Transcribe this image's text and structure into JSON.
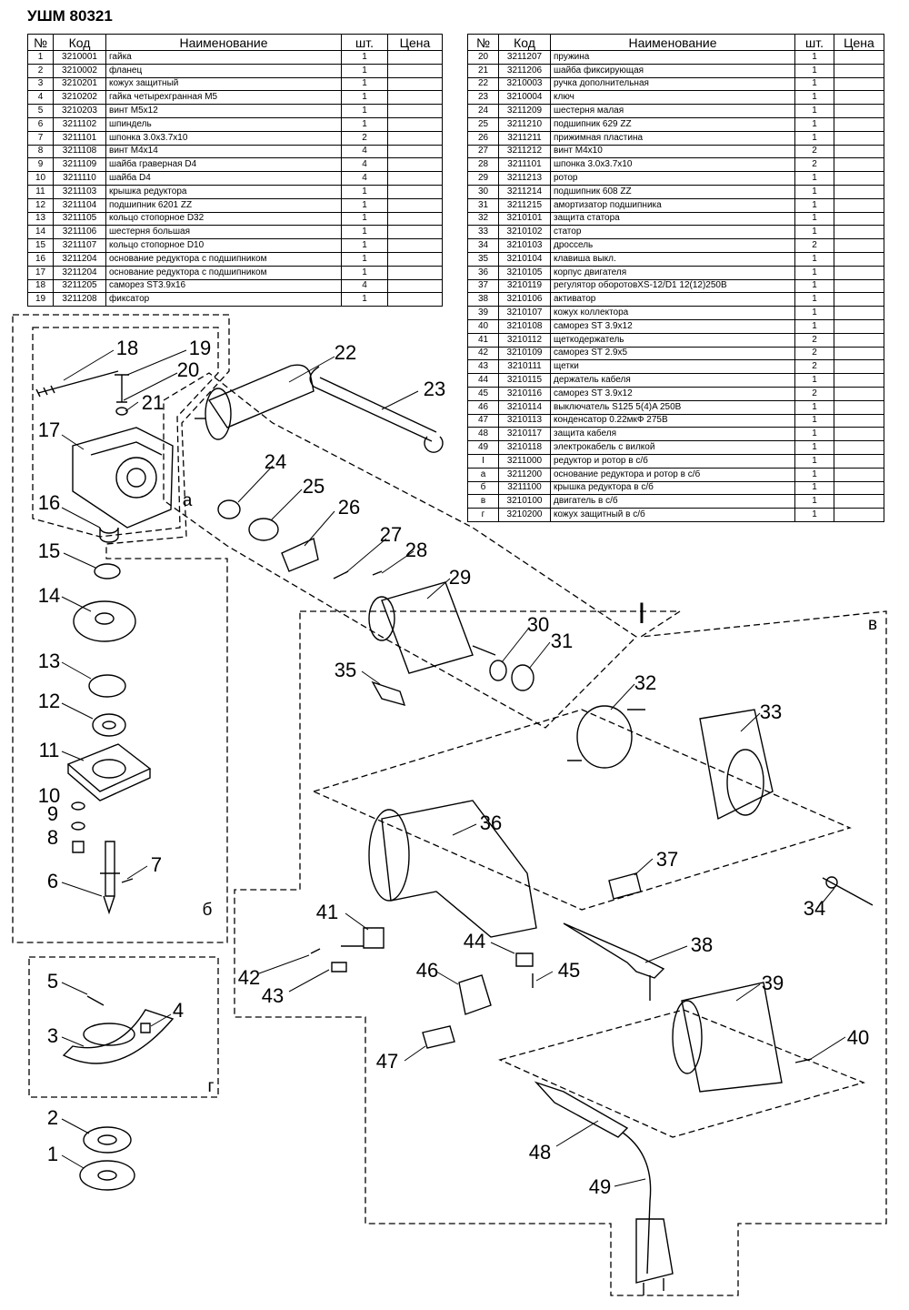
{
  "title": "УШМ 80321",
  "headers": {
    "num": "№",
    "code": "Код",
    "name": "Наименование",
    "qty": "шт.",
    "price": "Цена"
  },
  "parts_left": [
    {
      "num": "1",
      "code": "3210001",
      "name": "гайка",
      "qty": "1"
    },
    {
      "num": "2",
      "code": "3210002",
      "name": "фланец",
      "qty": "1"
    },
    {
      "num": "3",
      "code": "3210201",
      "name": "кожух защитный",
      "qty": "1"
    },
    {
      "num": "4",
      "code": "3210202",
      "name": "гайка четырехгранная М5",
      "qty": "1"
    },
    {
      "num": "5",
      "code": "3210203",
      "name": "винт М5х12",
      "qty": "1"
    },
    {
      "num": "6",
      "code": "3211102",
      "name": "шпиндель",
      "qty": "1"
    },
    {
      "num": "7",
      "code": "3211101",
      "name": "шпонка 3.0x3.7x10",
      "qty": "2"
    },
    {
      "num": "8",
      "code": "3211108",
      "name": "винт М4х14",
      "qty": "4"
    },
    {
      "num": "9",
      "code": "3211109",
      "name": "шайба граверная D4",
      "qty": "4"
    },
    {
      "num": "10",
      "code": "3211110",
      "name": "шайба D4",
      "qty": "4"
    },
    {
      "num": "11",
      "code": "3211103",
      "name": "крышка редуктора",
      "qty": "1"
    },
    {
      "num": "12",
      "code": "3211104",
      "name": "подшипник 6201 ZZ",
      "qty": "1"
    },
    {
      "num": "13",
      "code": "3211105",
      "name": "кольцо стопорное D32",
      "qty": "1"
    },
    {
      "num": "14",
      "code": "3211106",
      "name": "шестерня большая",
      "qty": "1"
    },
    {
      "num": "15",
      "code": "3211107",
      "name": "кольцо стопорное D10",
      "qty": "1"
    },
    {
      "num": "16",
      "code": "3211204",
      "name": "основание редуктора с подшипником",
      "qty": "1"
    },
    {
      "num": "17",
      "code": "3211204",
      "name": "основание редуктора с подшипником",
      "qty": "1"
    },
    {
      "num": "18",
      "code": "3211205",
      "name": "саморез ST3.9x16",
      "qty": "4"
    },
    {
      "num": "19",
      "code": "3211208",
      "name": "фиксатор",
      "qty": "1"
    }
  ],
  "parts_right": [
    {
      "num": "20",
      "code": "3211207",
      "name": "пружина",
      "qty": "1"
    },
    {
      "num": "21",
      "code": "3211206",
      "name": "шайба фиксирующая",
      "qty": "1"
    },
    {
      "num": "22",
      "code": "3210003",
      "name": "ручка дополнительная",
      "qty": "1"
    },
    {
      "num": "23",
      "code": "3210004",
      "name": "ключ",
      "qty": "1"
    },
    {
      "num": "24",
      "code": "3211209",
      "name": "шестерня малая",
      "qty": "1"
    },
    {
      "num": "25",
      "code": "3211210",
      "name": "подшипник 629 ZZ",
      "qty": "1"
    },
    {
      "num": "26",
      "code": "3211211",
      "name": "прижимная пластина",
      "qty": "1"
    },
    {
      "num": "27",
      "code": "3211212",
      "name": "винт М4х10",
      "qty": "2"
    },
    {
      "num": "28",
      "code": "3211101",
      "name": "шпонка 3.0x3.7x10",
      "qty": "2"
    },
    {
      "num": "29",
      "code": "3211213",
      "name": "ротор",
      "qty": "1"
    },
    {
      "num": "30",
      "code": "3211214",
      "name": "подшипник 608 ZZ",
      "qty": "1"
    },
    {
      "num": "31",
      "code": "3211215",
      "name": "амортизатор подшипника",
      "qty": "1"
    },
    {
      "num": "32",
      "code": "3210101",
      "name": "защита статора",
      "qty": "1"
    },
    {
      "num": "33",
      "code": "3210102",
      "name": "статор",
      "qty": "1"
    },
    {
      "num": "34",
      "code": "3210103",
      "name": "дроссель",
      "qty": "2"
    },
    {
      "num": "35",
      "code": "3210104",
      "name": "клавиша выкл.",
      "qty": "1"
    },
    {
      "num": "36",
      "code": "3210105",
      "name": "корпус двигателя",
      "qty": "1"
    },
    {
      "num": "37",
      "code": "3210119",
      "name": "регулятор оборотовXS-12/D1 12(12)250B",
      "qty": "1"
    },
    {
      "num": "38",
      "code": "3210106",
      "name": "активатор",
      "qty": "1"
    },
    {
      "num": "39",
      "code": "3210107",
      "name": "кожух коллектора",
      "qty": "1"
    },
    {
      "num": "40",
      "code": "3210108",
      "name": "саморез ST 3.9x12",
      "qty": "1"
    },
    {
      "num": "41",
      "code": "3210112",
      "name": "щеткодержатель",
      "qty": "2"
    },
    {
      "num": "42",
      "code": "3210109",
      "name": "саморез ST 2.9x5",
      "qty": "2"
    },
    {
      "num": "43",
      "code": "3210111",
      "name": "щетки",
      "qty": "2"
    },
    {
      "num": "44",
      "code": "3210115",
      "name": "держатель кабеля",
      "qty": "1"
    },
    {
      "num": "45",
      "code": "3210116",
      "name": "саморез ST 3.9x12",
      "qty": "2"
    },
    {
      "num": "46",
      "code": "3210114",
      "name": "выключатель S125 5(4)A 250B",
      "qty": "1"
    },
    {
      "num": "47",
      "code": "3210113",
      "name": "конденсатор 0.22мкФ 275В",
      "qty": "1"
    },
    {
      "num": "48",
      "code": "3210117",
      "name": "защита кабеля",
      "qty": "1"
    },
    {
      "num": "49",
      "code": "3210118",
      "name": "электрокабель с вилкой",
      "qty": "1"
    },
    {
      "num": "I",
      "code": "3211000",
      "name": "редуктор и ротор в с/б",
      "qty": "1"
    },
    {
      "num": "а",
      "code": "3211200",
      "name": "основание редуктора и ротор в с/б",
      "qty": "1"
    },
    {
      "num": "б",
      "code": "3211100",
      "name": "крышка редуктора в с/б",
      "qty": "1"
    },
    {
      "num": "в",
      "code": "3210100",
      "name": "двигатель в с/б",
      "qty": "1"
    },
    {
      "num": "г",
      "code": "3210200",
      "name": "кожух защитный в с/б",
      "qty": "1"
    }
  ],
  "callouts": [
    "1",
    "2",
    "3",
    "4",
    "5",
    "6",
    "7",
    "8",
    "9",
    "10",
    "11",
    "12",
    "13",
    "14",
    "15",
    "16",
    "17",
    "18",
    "19",
    "20",
    "21",
    "22",
    "23",
    "24",
    "25",
    "26",
    "27",
    "28",
    "29",
    "30",
    "31",
    "32",
    "33",
    "34",
    "35",
    "36",
    "37",
    "38",
    "39",
    "40",
    "41",
    "42",
    "43",
    "44",
    "45",
    "46",
    "47",
    "48",
    "49"
  ],
  "group_labels": {
    "I": "I",
    "a": "а",
    "b": "б",
    "v": "в",
    "g": "г"
  }
}
